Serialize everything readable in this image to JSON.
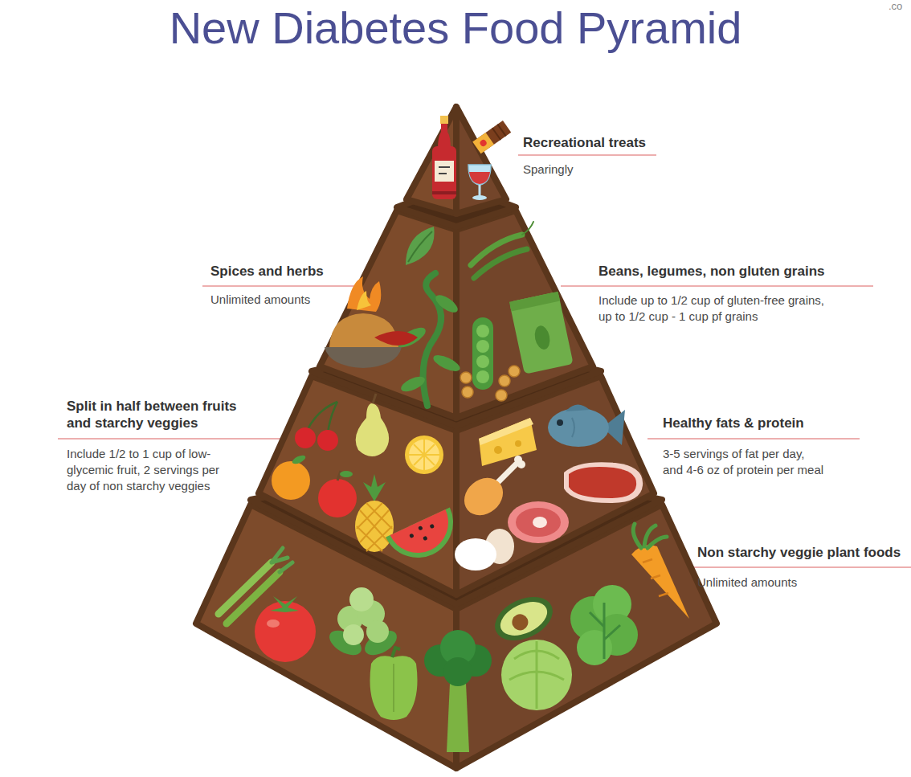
{
  "diagram": {
    "title": "New Diabetes Food Pyramid",
    "labels": [
      ".co",
      "Recreational treats",
      "Sparingly",
      "Spices and herbs",
      "Unlimited amounts",
      "Beans, legumes, non gluten grains",
      "Include up to 1/2 cup of gluten-free grains, up to 1/2 cup - 1 cup pf grains",
      "Split in half between fruits and starchy veggies",
      "Include 1/2 to 1 cup of low-glycemic fruit, 2 servings per day of non starchy veggies",
      "Healthy fats & protein",
      "3-5 servings of fat per day, and 4-6 oz of protein per meal",
      "Non starchy veggie plant foods",
      "Unlimited amounts"
    ]
  }
}
